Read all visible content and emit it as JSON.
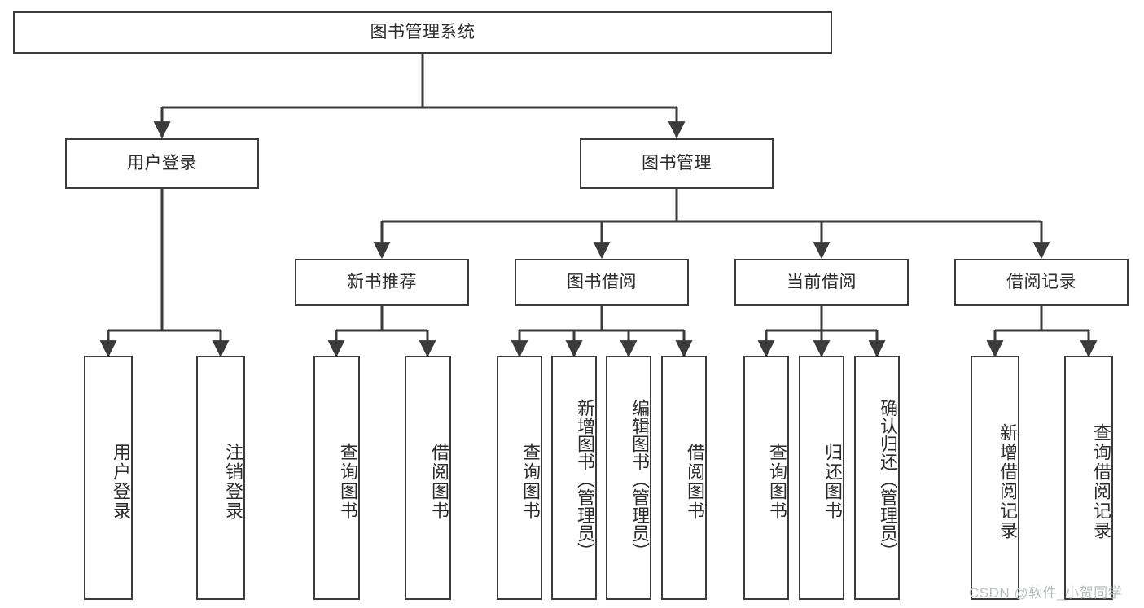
{
  "diagram": {
    "title": "图书管理系统",
    "type": "function-structure-tree",
    "watermark": "CSDN @软件_小贺同学",
    "colors": {
      "node_border": "#3b3b3b",
      "node_fill": "#ffffff",
      "text": "#2b2b2b",
      "edge": "#3b3b3b",
      "watermark": "#b9bcc0"
    },
    "levels": {
      "root": {
        "label": "图书管理系统"
      },
      "level2": [
        {
          "id": "user-login",
          "label": "用户登录"
        },
        {
          "id": "book-manage",
          "label": "图书管理"
        }
      ],
      "level3": [
        {
          "id": "new-book-recommend",
          "label": "新书推荐",
          "parent": "book-manage"
        },
        {
          "id": "book-borrow",
          "label": "图书借阅",
          "parent": "book-manage"
        },
        {
          "id": "current-borrow",
          "label": "当前借阅",
          "parent": "book-manage"
        },
        {
          "id": "borrow-record",
          "label": "借阅记录",
          "parent": "book-manage"
        }
      ],
      "leaves": [
        {
          "id": "leaf-user-login",
          "label": "用户登录",
          "parent": "user-login"
        },
        {
          "id": "leaf-logout-login",
          "label": "注销登录",
          "parent": "user-login"
        },
        {
          "id": "leaf-query-book-1",
          "label": "查询图书",
          "parent": "new-book-recommend"
        },
        {
          "id": "leaf-borrow-book-1",
          "label": "借阅图书",
          "parent": "new-book-recommend"
        },
        {
          "id": "leaf-query-book-2",
          "label": "查询图书",
          "parent": "book-borrow"
        },
        {
          "id": "leaf-add-book",
          "label": "新增图书（管理员）",
          "parent": "book-borrow"
        },
        {
          "id": "leaf-edit-book",
          "label": "编辑图书（管理员）",
          "parent": "book-borrow"
        },
        {
          "id": "leaf-borrow-book-2",
          "label": "借阅图书",
          "parent": "book-borrow"
        },
        {
          "id": "leaf-query-book-3",
          "label": "查询图书",
          "parent": "current-borrow"
        },
        {
          "id": "leaf-return-book",
          "label": "归还图书",
          "parent": "current-borrow"
        },
        {
          "id": "leaf-confirm-return",
          "label": "确认归还（管理员）",
          "parent": "current-borrow"
        },
        {
          "id": "leaf-add-record",
          "label": "新增借阅记录",
          "parent": "borrow-record"
        },
        {
          "id": "leaf-query-record",
          "label": "查询借阅记录",
          "parent": "borrow-record"
        }
      ]
    }
  }
}
